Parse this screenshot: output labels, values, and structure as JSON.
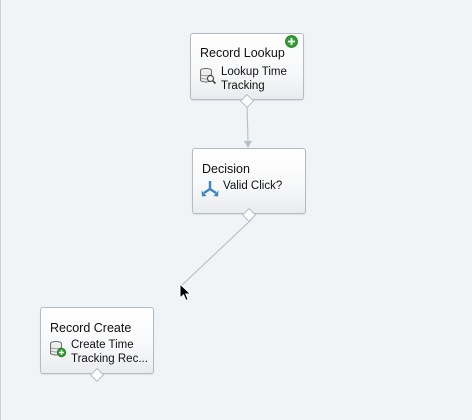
{
  "canvas": {
    "background": "#f0f4f7"
  },
  "nodes": {
    "record_lookup": {
      "title": "Record Lookup",
      "label_line1": "Lookup Time",
      "label_line2": "Tracking",
      "icon": "record-lookup-icon",
      "is_start": true
    },
    "decision": {
      "title": "Decision",
      "label_line1": "Valid Click?",
      "icon": "decision-icon"
    },
    "record_create": {
      "title": "Record Create",
      "label_line1": "Create Time",
      "label_line2": "Tracking Rec...",
      "icon": "record-create-icon"
    }
  },
  "colors": {
    "start_badge": "#2e9e2e",
    "connector": "#b9c1c8",
    "decision_icon": "#3c86c4"
  }
}
